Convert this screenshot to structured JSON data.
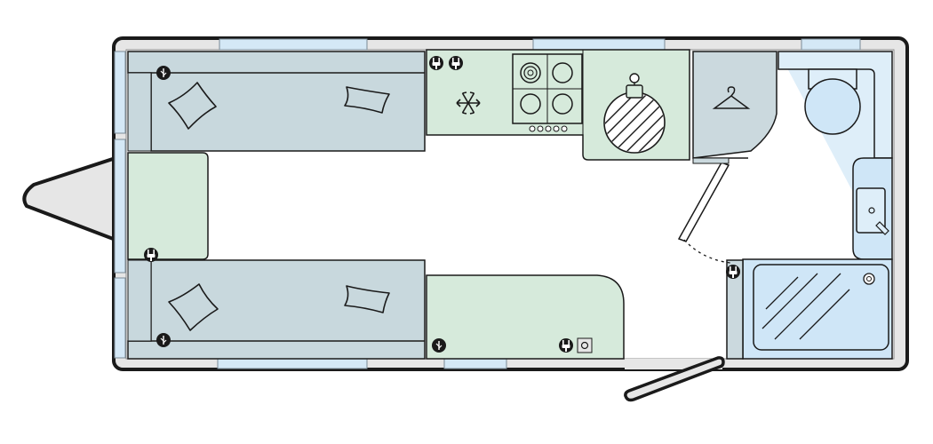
{
  "floorplan": {
    "colors": {
      "shell": "#e6e6e6",
      "outline": "#1a1a1a",
      "seat": "#c8d8dd",
      "kitchen": "#d6eadb",
      "window": "#d4e8f6",
      "washroom": "#deeef9",
      "shower_tray": "#cfe6f7",
      "hob": "#d6eadb",
      "wardrobe": "#cbd9de"
    },
    "sockets": [
      {
        "id": "socket-kitchen-1"
      },
      {
        "id": "socket-kitchen-2"
      },
      {
        "id": "socket-front-right"
      },
      {
        "id": "socket-front-left"
      },
      {
        "id": "socket-front-left-lower"
      },
      {
        "id": "socket-lounge-left"
      },
      {
        "id": "socket-sideboard"
      },
      {
        "id": "socket-door"
      }
    ],
    "icons": [
      "snowflake-icon",
      "hob-icon",
      "sink-icon",
      "coat-hanger-icon",
      "toilet-icon",
      "basin-icon",
      "shower-icon",
      "pillow-icon",
      "tv-point-icon"
    ]
  }
}
